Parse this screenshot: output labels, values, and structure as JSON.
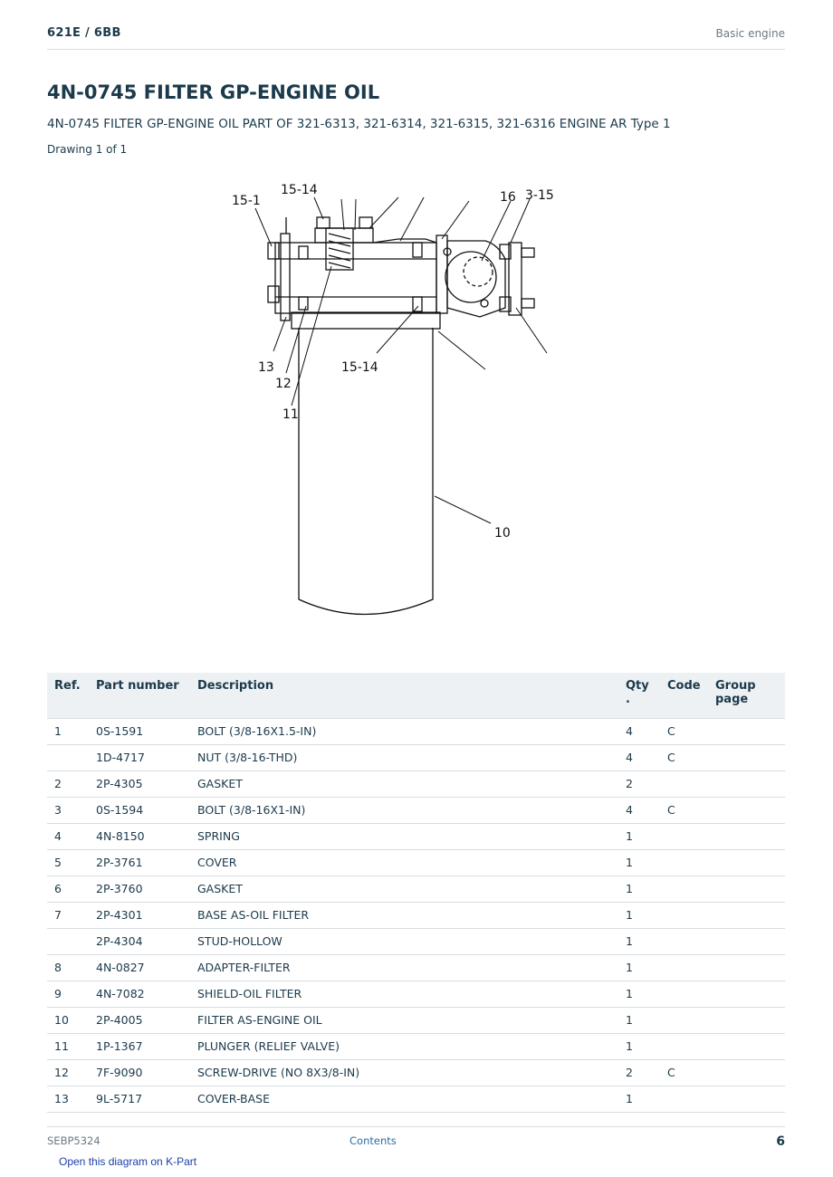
{
  "header": {
    "model": "621E  /  6BB",
    "section": "Basic engine"
  },
  "title": "4N-0745 FILTER GP-ENGINE OIL",
  "subtitle": "4N-0745 FILTER GP-ENGINE OIL PART OF 321-6313, 321-6314, 321-6315, 321-6316 ENGINE AR Type 1",
  "drawing_count": "Drawing 1 of 1",
  "diagram": {
    "callouts": {
      "c15_1": "15-1",
      "c15_14_top": "15-14",
      "c16": "16",
      "c3_15": "3-15",
      "c13": "13",
      "c12": "12",
      "c15_14_bottom": "15-14",
      "c11": "11",
      "c10": "10"
    }
  },
  "table": {
    "headers": {
      "ref": "Ref.",
      "part_number": "Part number",
      "description": "Description",
      "qty_line1": "Qty",
      "qty_line2": ".",
      "code": "Code",
      "group_line1": "Group",
      "group_line2": "page"
    },
    "rows": [
      {
        "ref": "1",
        "pn": "0S-1591",
        "desc": "BOLT (3/8-16X1.5-IN)",
        "qty": "4",
        "code": "C",
        "group": ""
      },
      {
        "ref": "",
        "pn": "1D-4717",
        "desc": "NUT (3/8-16-THD)",
        "qty": "4",
        "code": "C",
        "group": ""
      },
      {
        "ref": "2",
        "pn": "2P-4305",
        "desc": "GASKET",
        "qty": "2",
        "code": "",
        "group": ""
      },
      {
        "ref": "3",
        "pn": "0S-1594",
        "desc": "BOLT (3/8-16X1-IN)",
        "qty": "4",
        "code": "C",
        "group": ""
      },
      {
        "ref": "4",
        "pn": "4N-8150",
        "desc": "SPRING",
        "qty": "1",
        "code": "",
        "group": ""
      },
      {
        "ref": "5",
        "pn": "2P-3761",
        "desc": "COVER",
        "qty": "1",
        "code": "",
        "group": ""
      },
      {
        "ref": "6",
        "pn": "2P-3760",
        "desc": "GASKET",
        "qty": "1",
        "code": "",
        "group": ""
      },
      {
        "ref": "7",
        "pn": "2P-4301",
        "desc": "BASE AS-OIL FILTER",
        "qty": "1",
        "code": "",
        "group": ""
      },
      {
        "ref": "",
        "pn": "2P-4304",
        "desc": "STUD-HOLLOW",
        "qty": "1",
        "code": "",
        "group": ""
      },
      {
        "ref": "8",
        "pn": "4N-0827",
        "desc": "ADAPTER-FILTER",
        "qty": "1",
        "code": "",
        "group": ""
      },
      {
        "ref": "9",
        "pn": "4N-7082",
        "desc": "SHIELD-OIL FILTER",
        "qty": "1",
        "code": "",
        "group": ""
      },
      {
        "ref": "10",
        "pn": "2P-4005",
        "desc": "FILTER AS-ENGINE OIL",
        "qty": "1",
        "code": "",
        "group": ""
      },
      {
        "ref": "11",
        "pn": "1P-1367",
        "desc": "PLUNGER (RELIEF VALVE)",
        "qty": "1",
        "code": "",
        "group": ""
      },
      {
        "ref": "12",
        "pn": "7F-9090",
        "desc": "SCREW-DRIVE (NO 8X3/8-IN)",
        "qty": "2",
        "code": "C",
        "group": ""
      },
      {
        "ref": "13",
        "pn": "9L-5717",
        "desc": "COVER-BASE",
        "qty": "1",
        "code": "",
        "group": ""
      }
    ]
  },
  "footer": {
    "doc_id": "SEBP5324",
    "contents_link": "Contents",
    "page_number": "6",
    "kpart_link": "Open this diagram on K-Part"
  }
}
